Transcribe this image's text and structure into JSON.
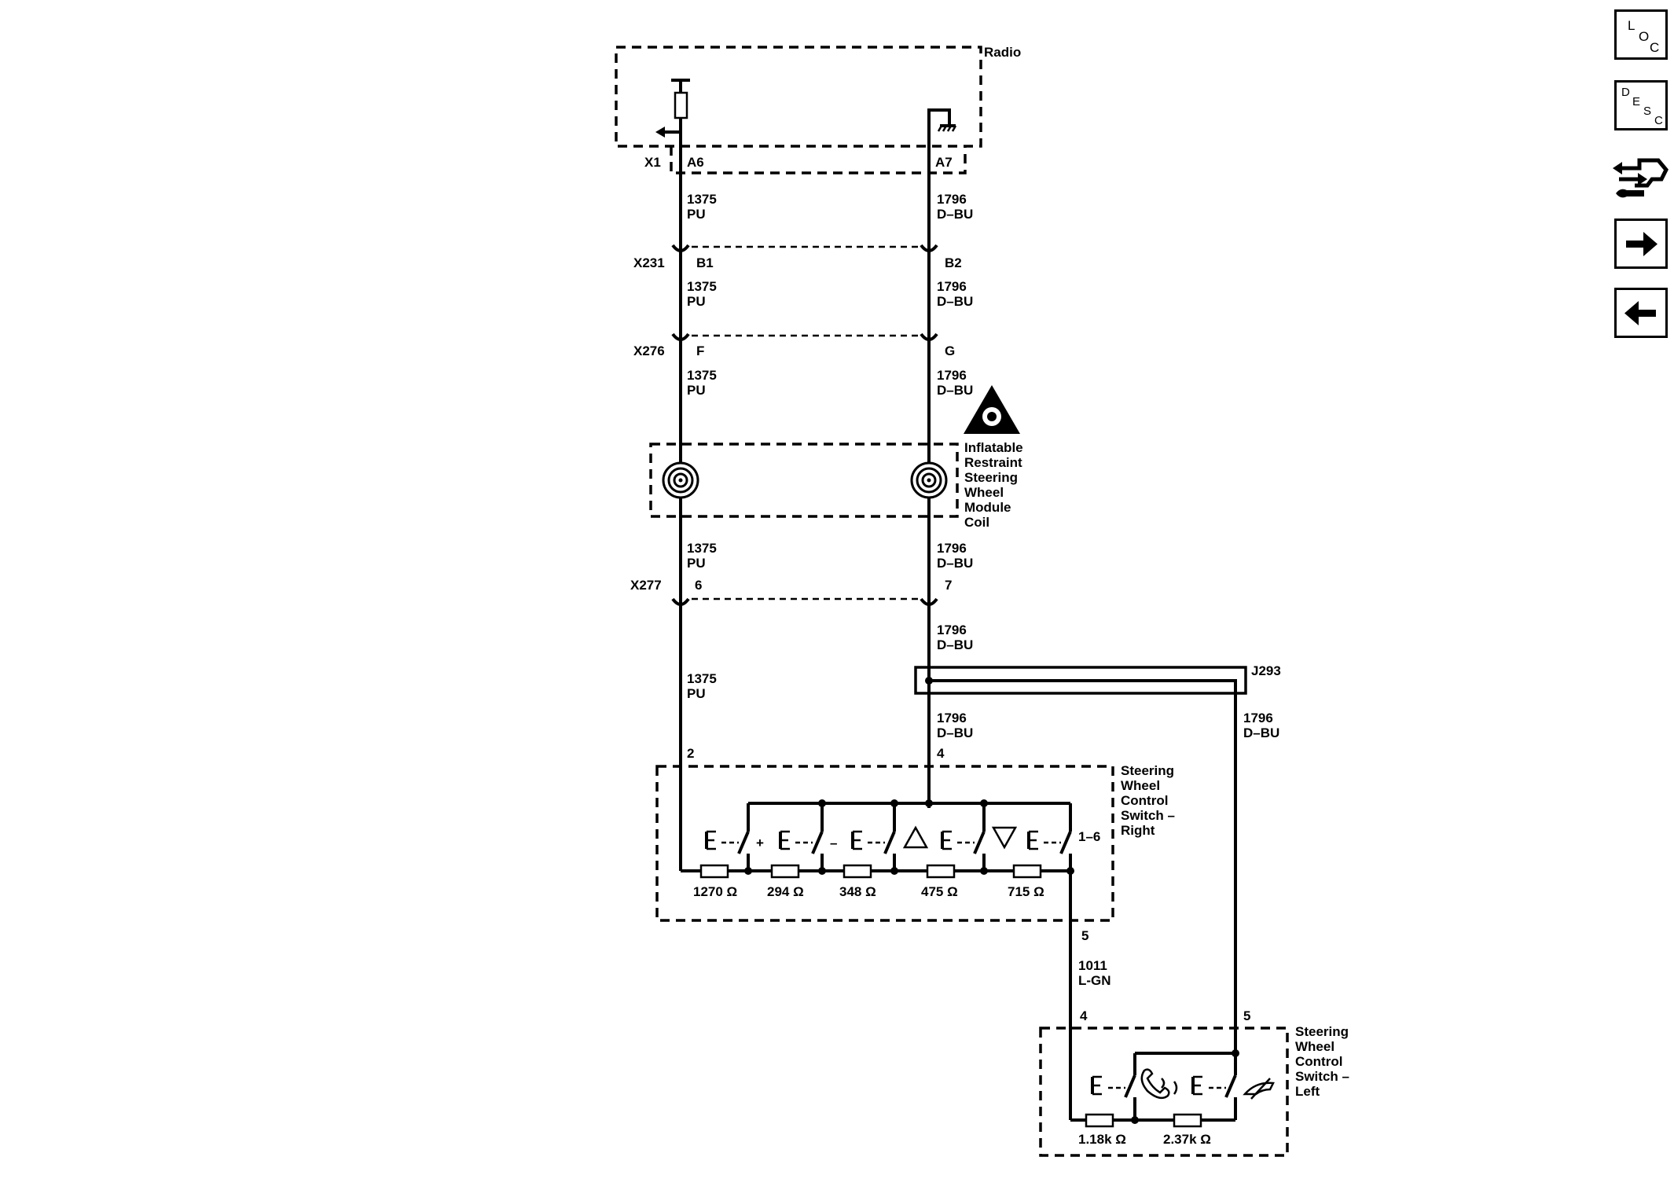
{
  "components": {
    "radio": "Radio",
    "airbag_coil": [
      "Inflatable",
      "Restraint",
      "Steering",
      "Wheel",
      "Module",
      "Coil"
    ],
    "swc_right": [
      "Steering",
      "Wheel",
      "Control",
      "Switch –",
      "Right"
    ],
    "swc_left": [
      "Steering",
      "Wheel",
      "Control",
      "Switch –",
      "Left"
    ]
  },
  "connectors": {
    "x1": "X1",
    "x231": "X231",
    "x276": "X276",
    "x277": "X277",
    "j293": "J293"
  },
  "pins": {
    "a6": "A6",
    "a7": "A7",
    "b1": "B1",
    "b2": "B2",
    "f": "F",
    "g": "G",
    "p6": "6",
    "p7": "7",
    "r2": "2",
    "r4": "4",
    "r16": "1–6",
    "r5": "5",
    "l4": "4",
    "l5": "5"
  },
  "wires": {
    "w1375": {
      "circuit": "1375",
      "color": "PU"
    },
    "w1796": {
      "circuit": "1796",
      "color": "D–BU"
    },
    "w1011": {
      "circuit": "1011",
      "color": "L-GN"
    }
  },
  "resistors_right": [
    "1270 Ω",
    "294 Ω",
    "348 Ω",
    "475 Ω",
    "715 Ω"
  ],
  "resistors_left": [
    "1.18k Ω",
    "2.37k Ω"
  ],
  "switch_symbols": {
    "plus": "+",
    "minus": "–"
  },
  "icons": [
    "location-icon",
    "description-icon",
    "service-icon",
    "next-arrow-icon",
    "previous-arrow-icon"
  ],
  "sidebar": {
    "loc": [
      "L",
      "O",
      "C"
    ],
    "desc": [
      "D",
      "E",
      "S",
      "C"
    ]
  }
}
